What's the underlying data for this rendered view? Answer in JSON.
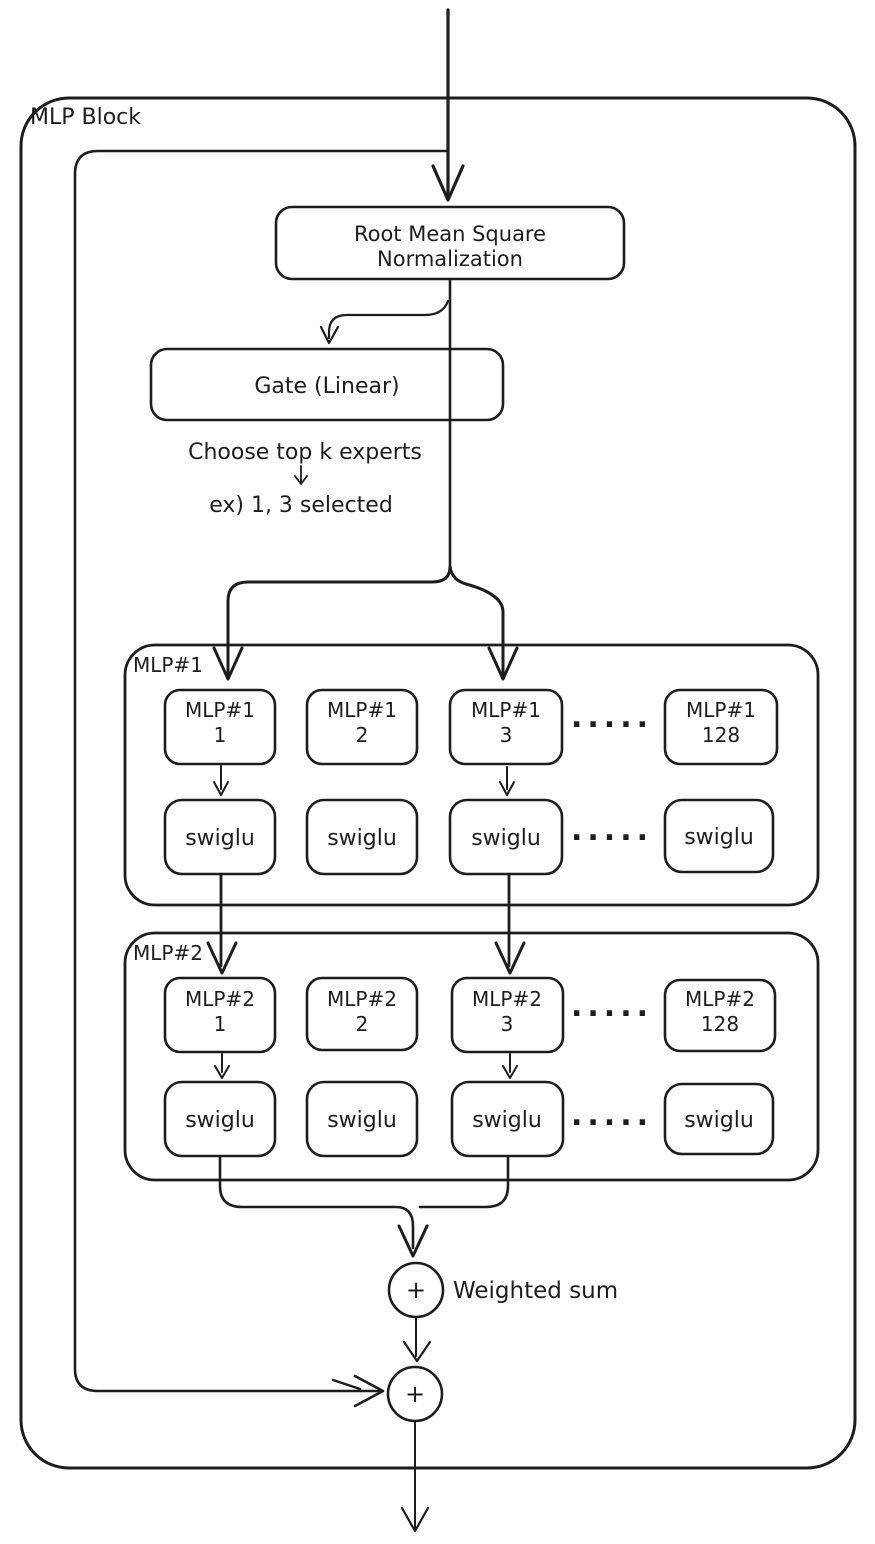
{
  "diagram": {
    "background": "#ffffff",
    "stroke_color": "#1d1d1d",
    "block_label": "MLP Block",
    "rms": {
      "line1": "Root Mean Square",
      "line2": "Normalization"
    },
    "gate": {
      "label": "Gate (Linear)"
    },
    "note": {
      "line1": "Choose top k experts",
      "line2": "ex) 1, 3 selected"
    },
    "groups": [
      {
        "label": "MLP#1",
        "dots": ".....",
        "experts": [
          {
            "name": "MLP#1",
            "num": "1"
          },
          {
            "name": "MLP#1",
            "num": "2"
          },
          {
            "name": "MLP#1",
            "num": "3"
          },
          {
            "name": "MLP#1",
            "num": "128"
          }
        ],
        "activations": [
          "swiglu",
          "swiglu",
          "swiglu",
          "swiglu"
        ]
      },
      {
        "label": "MLP#2",
        "dots": ".....",
        "experts": [
          {
            "name": "MLP#2",
            "num": "1"
          },
          {
            "name": "MLP#2",
            "num": "2"
          },
          {
            "name": "MLP#2",
            "num": "3"
          },
          {
            "name": "MLP#2",
            "num": "128"
          }
        ],
        "activations": [
          "swiglu",
          "swiglu",
          "swiglu",
          "swiglu"
        ]
      }
    ],
    "weighted_sum": {
      "symbol": "+",
      "label": "Weighted sum"
    },
    "residual_add": {
      "symbol": "+"
    }
  }
}
